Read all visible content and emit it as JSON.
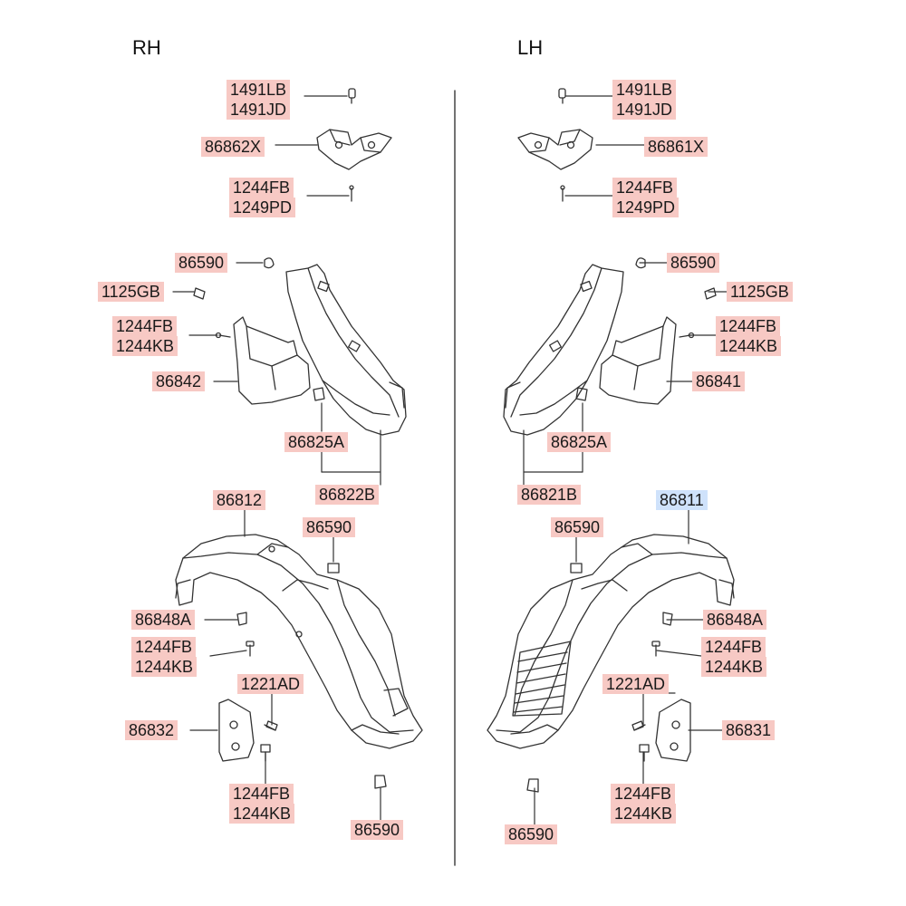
{
  "headings": {
    "rh": "RH",
    "lh": "LH"
  },
  "colors": {
    "label_bg": "#f7c9c4",
    "label_highlight_bg": "#cfe2fb",
    "line": "#333333"
  },
  "labels": {
    "rh_1491lb": "1491LB",
    "rh_1491jd": "1491JD",
    "rh_86862x": "86862X",
    "rh_1244fb_top": "1244FB",
    "rh_1249pd": "1249PD",
    "rh_86590_a": "86590",
    "rh_1125gb": "1125GB",
    "rh_1244fb_b": "1244FB",
    "rh_1244kb_b": "1244KB",
    "rh_86842": "86842",
    "rh_86825a": "86825A",
    "rh_86822b": "86822B",
    "rh_86812": "86812",
    "rh_86590_b": "86590",
    "rh_86848a": "86848A",
    "rh_1244fb_c": "1244FB",
    "rh_1244kb_c": "1244KB",
    "rh_1221ad": "1221AD",
    "rh_86832": "86832",
    "rh_1244fb_d": "1244FB",
    "rh_1244kb_d": "1244KB",
    "rh_86590_c": "86590",
    "lh_1491lb": "1491LB",
    "lh_1491jd": "1491JD",
    "lh_86861x": "86861X",
    "lh_1244fb_top": "1244FB",
    "lh_1249pd": "1249PD",
    "lh_86590_a": "86590",
    "lh_1125gb": "1125GB",
    "lh_1244fb_b": "1244FB",
    "lh_1244kb_b": "1244KB",
    "lh_86841": "86841",
    "lh_86825a": "86825A",
    "lh_86821b": "86821B",
    "lh_86811": "86811",
    "lh_86590_b": "86590",
    "lh_86848a": "86848A",
    "lh_1244fb_c": "1244FB",
    "lh_1244kb_c": "1244KB",
    "lh_1221ad": "1221AD",
    "lh_86831": "86831",
    "lh_1244fb_d": "1244FB",
    "lh_1244kb_d": "1244KB",
    "lh_86590_c": "86590"
  }
}
